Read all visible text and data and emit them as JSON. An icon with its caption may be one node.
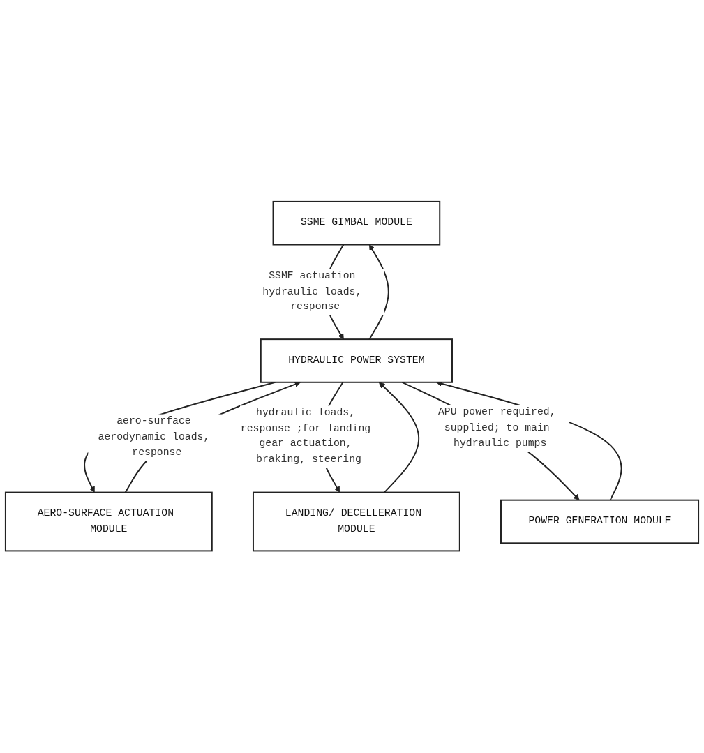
{
  "diagram": {
    "nodes": [
      {
        "text": [
          "SSME GIMBAL MODULE"
        ]
      },
      {
        "text": [
          "AERO-SURFACE ACTUATION MODULE"
        ]
      },
      {
        "text": [
          "HYDRAULIC POWER SYSTEM"
        ]
      },
      {
        "text": [
          "LANDING/ DECELLERATION MODULE"
        ]
      },
      {
        "text": [
          "POWER GENERATION MODULE"
        ]
      }
    ],
    "edges": [
      {
        "from": 0,
        "to": 2,
        "arrow": "to",
        "label": "SSME actuation hydraulic loads, response"
      },
      {
        "from": 2,
        "to": 0,
        "arrow": "to"
      },
      {
        "from": 1,
        "to": 2,
        "arrow": "to",
        "label": "aero-surface aerodynamic loads, response"
      },
      {
        "from": 2,
        "to": 1,
        "arrow": "to"
      },
      {
        "from": 2,
        "to": 3,
        "arrow": "to",
        "label": "hydraulic loads, response ;for landing gear actuation, braking, steering"
      },
      {
        "from": 3,
        "to": 2,
        "arrow": "to"
      },
      {
        "from": 2,
        "to": 4,
        "arrow": "to",
        "label": "APU power required, supplied; to main hydraulic pumps"
      },
      {
        "from": 4,
        "to": 2,
        "arrow": "to"
      }
    ]
  }
}
